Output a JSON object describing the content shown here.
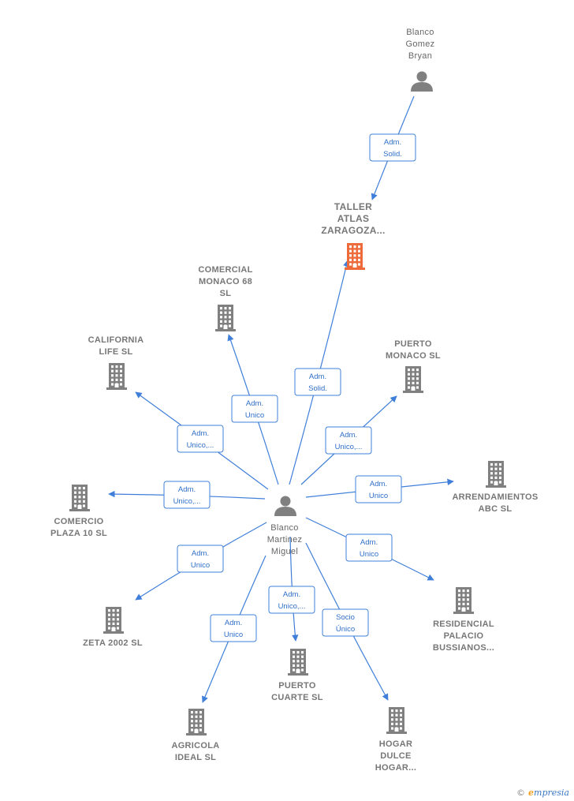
{
  "nodes": [
    {
      "id": "blanco_gomez",
      "type": "person",
      "label": [
        "Blanco",
        "Gomez",
        "Bryan"
      ]
    },
    {
      "id": "taller",
      "type": "company",
      "focus": true,
      "label": [
        "TALLER",
        "ATLAS",
        "ZARAGOZA..."
      ]
    },
    {
      "id": "miguel",
      "type": "person",
      "label": [
        "Blanco",
        "Martinez",
        "Miguel"
      ]
    },
    {
      "id": "comercial_monaco",
      "type": "company",
      "label": [
        "COMERCIAL",
        "MONACO 68",
        "SL"
      ]
    },
    {
      "id": "california",
      "type": "company",
      "label": [
        "CALIFORNIA",
        "LIFE  SL"
      ]
    },
    {
      "id": "puerto_monaco",
      "type": "company",
      "label": [
        "PUERTO",
        "MONACO  SL"
      ]
    },
    {
      "id": "arrendamientos",
      "type": "company",
      "label": [
        "ARRENDAMIENTOS",
        "ABC SL"
      ]
    },
    {
      "id": "comercio_plaza",
      "type": "company",
      "label": [
        "COMERCIO",
        "PLAZA 10  SL"
      ]
    },
    {
      "id": "residencial",
      "type": "company",
      "label": [
        "RESIDENCIAL",
        "PALACIO",
        "BUSSIANOS..."
      ]
    },
    {
      "id": "zeta",
      "type": "company",
      "label": [
        "ZETA 2002 SL"
      ]
    },
    {
      "id": "puerto_cuarte",
      "type": "company",
      "label": [
        "PUERTO",
        "CUARTE  SL"
      ]
    },
    {
      "id": "agricola",
      "type": "company",
      "label": [
        "AGRICOLA",
        "IDEAL SL"
      ]
    },
    {
      "id": "hogar",
      "type": "company",
      "label": [
        "HOGAR",
        "DULCE",
        "HOGAR..."
      ]
    }
  ],
  "edges": [
    {
      "from": "blanco_gomez",
      "to": "taller",
      "label": [
        "Adm.",
        "Solid."
      ]
    },
    {
      "from": "miguel",
      "to": "taller",
      "label": [
        "Adm.",
        "Solid."
      ]
    },
    {
      "from": "miguel",
      "to": "comercial_monaco",
      "label": [
        "Adm.",
        "Unico"
      ]
    },
    {
      "from": "miguel",
      "to": "california",
      "label": [
        "Adm.",
        "Unico,..."
      ]
    },
    {
      "from": "miguel",
      "to": "puerto_monaco",
      "label": [
        "Adm.",
        "Unico,..."
      ]
    },
    {
      "from": "miguel",
      "to": "arrendamientos",
      "label": [
        "Adm.",
        "Unico"
      ]
    },
    {
      "from": "miguel",
      "to": "comercio_plaza",
      "label": [
        "Adm.",
        "Unico,..."
      ]
    },
    {
      "from": "miguel",
      "to": "residencial",
      "label": [
        "Adm.",
        "Unico"
      ]
    },
    {
      "from": "miguel",
      "to": "zeta",
      "label": [
        "Adm.",
        "Unico"
      ]
    },
    {
      "from": "miguel",
      "to": "puerto_cuarte",
      "label": [
        "Adm.",
        "Unico,..."
      ]
    },
    {
      "from": "miguel",
      "to": "agricola",
      "label": [
        "Adm.",
        "Unico"
      ]
    },
    {
      "from": "miguel",
      "to": "hogar",
      "label": [
        "Socio",
        "Único"
      ]
    }
  ],
  "colors": {
    "edge": "#3f7fd9",
    "focus_company": "#ee6a3a",
    "company": "#808080",
    "person": "#808080"
  },
  "branding": {
    "copyright": "©",
    "brand_initial": "e",
    "brand_rest": "mpresia"
  }
}
